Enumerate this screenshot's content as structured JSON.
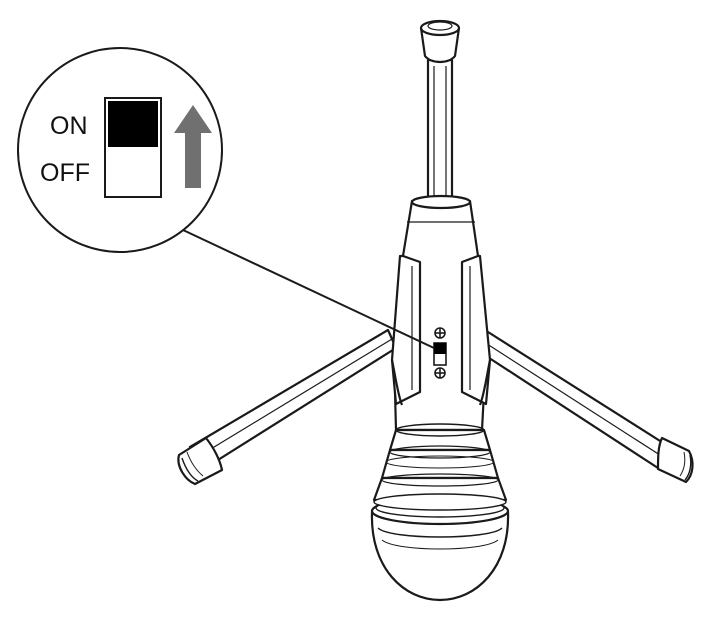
{
  "callout": {
    "on_label": "ON",
    "off_label": "OFF",
    "switch_state": "on"
  },
  "colors": {
    "line": "#1a1a1a",
    "switch_fill": "#000000",
    "arrow": "#707070",
    "background": "#ffffff"
  },
  "icons": {
    "direction": "up-arrow-icon",
    "screw": "screw-icon"
  }
}
